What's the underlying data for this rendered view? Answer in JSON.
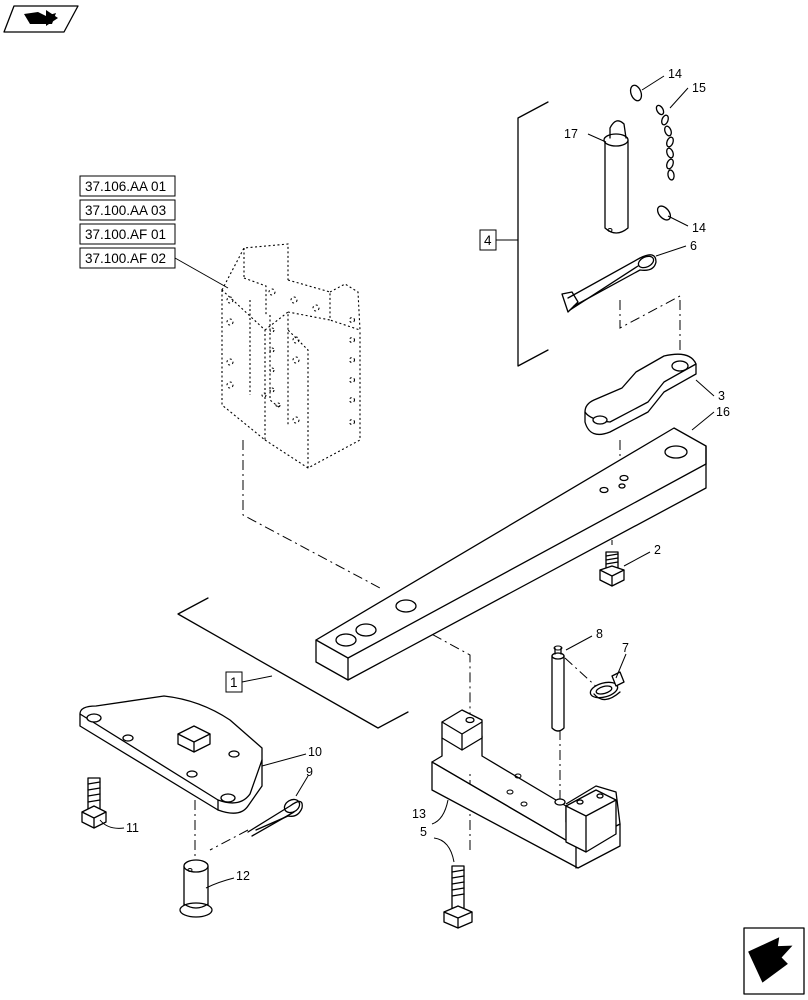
{
  "references": [
    "37.106.AA 01",
    "37.100.AA 03",
    "37.100.AF 01",
    "37.100.AF 02"
  ],
  "group_labels": {
    "group_4": "4",
    "group_1": "1"
  },
  "callouts": {
    "c14a": "14",
    "c15": "15",
    "c17": "17",
    "c14b": "14",
    "c6": "6",
    "c3": "3",
    "c16": "16",
    "c2": "2",
    "c8": "8",
    "c7": "7",
    "c10": "10",
    "c9": "9",
    "c11": "11",
    "c12": "12",
    "c13": "13",
    "c5": "5"
  },
  "icons": {
    "top_left": "book-arrow-icon",
    "bottom_right": "next-page-arrow-icon"
  }
}
